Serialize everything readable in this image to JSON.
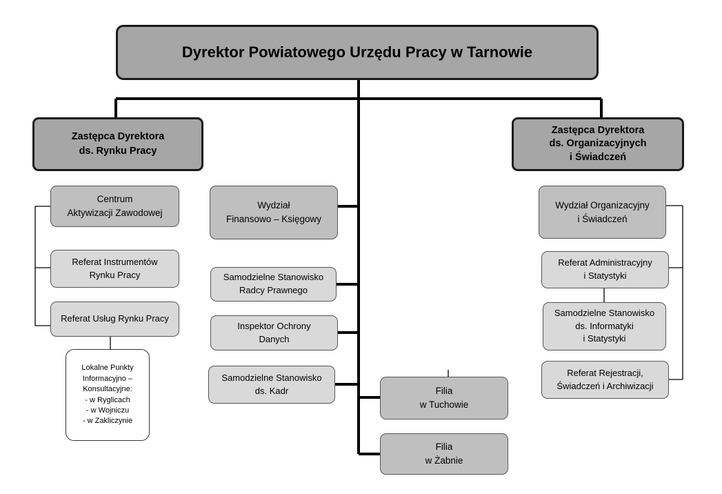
{
  "director": "Dyrektor Powiatowego Urzędu Pracy w Tarnowie",
  "left_deputy": "Zastępca Dyrektora\nds. Rynku Pracy",
  "right_deputy": "Zastępca Dyrektora\nds. Organizacyjnych\ni Świadczeń",
  "left_units": {
    "centrum": "Centrum\nAktywizacji Zawodowej",
    "referat_instrumentow": "Referat Instrumentów\nRynku Pracy",
    "referat_uslug": "Referat Usług Rynku Pracy",
    "lokalne_punkty": "Lokalne Punkty\nInformacyjno –\nKonsultacyjne:\n- w Ryglicach\n- w Wojniczu\n- w Zakliczynie"
  },
  "center_units": {
    "wydzial_finansowy": "Wydział\nFinansowo – Księgowy",
    "radca_prawny": "Samodzielne Stanowisko\nRadcy Prawnego",
    "inspektor": "Inspektor Ochrony\nDanych",
    "kadry": "Samodzielne Stanowisko\nds. Kadr",
    "filia_tuchow": "Filia\nw Tuchowie",
    "filia_zabno": "Filia\nw Żabnie"
  },
  "right_units": {
    "wydzial_org": "Wydział Organizacyjny\ni Świadczeń",
    "referat_admin": "Referat Administracyjny\ni Statystyki",
    "informatyka": "Samodzielne Stanowisko\nds. Informatyki\ni Statystyki",
    "referat_rejestracji": "Referat Rejestracji,\nŚwiadczeń i Archiwizacji"
  }
}
